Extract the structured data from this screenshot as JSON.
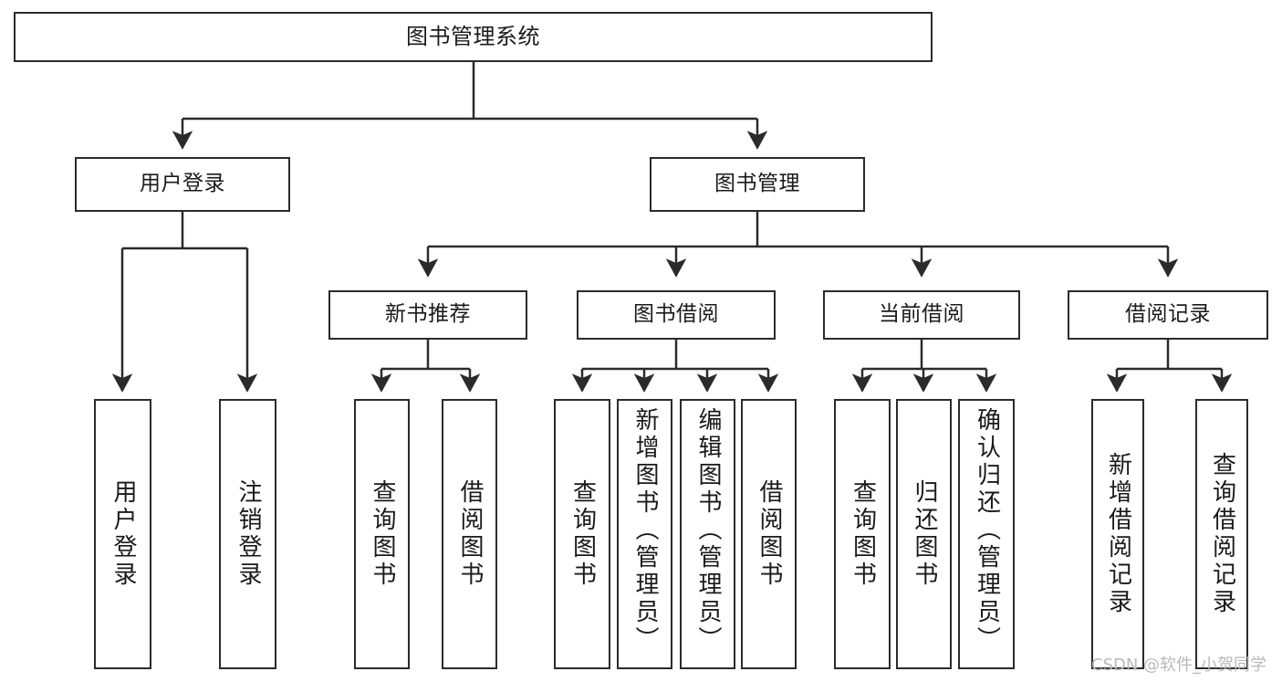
{
  "diagram": {
    "title": "图书管理系统",
    "type": "tree",
    "watermark": "CSDN @软件_小贺同学",
    "colors": {
      "background": "#ffffff",
      "box_border": "#2b2b2b",
      "box_fill": "#ffffff",
      "edge": "#2b2b2b",
      "text": "#1a1a1a",
      "watermark": "#b9b9b9"
    },
    "nodes": {
      "root": {
        "label": "图书管理系统"
      },
      "level2": [
        {
          "label": "用户登录"
        },
        {
          "label": "图书管理"
        }
      ],
      "level3": [
        {
          "label": "新书推荐"
        },
        {
          "label": "图书借阅"
        },
        {
          "label": "当前借阅"
        },
        {
          "label": "借阅记录"
        }
      ],
      "leaves_user_login": [
        {
          "label": "用户登录"
        },
        {
          "label": "注销登录"
        }
      ],
      "leaves_new_book": [
        {
          "label": "查询图书"
        },
        {
          "label": "借阅图书"
        }
      ],
      "leaves_borrow": [
        {
          "label": "查询图书"
        },
        {
          "label": "新增图书（管理员）"
        },
        {
          "label": "编辑图书（管理员）"
        },
        {
          "label": "借阅图书"
        }
      ],
      "leaves_current": [
        {
          "label": "查询图书"
        },
        {
          "label": "归还图书"
        },
        {
          "label": "确认归还（管理员）"
        }
      ],
      "leaves_record": [
        {
          "label": "新增借阅记录"
        },
        {
          "label": "查询借阅记录"
        }
      ]
    }
  }
}
